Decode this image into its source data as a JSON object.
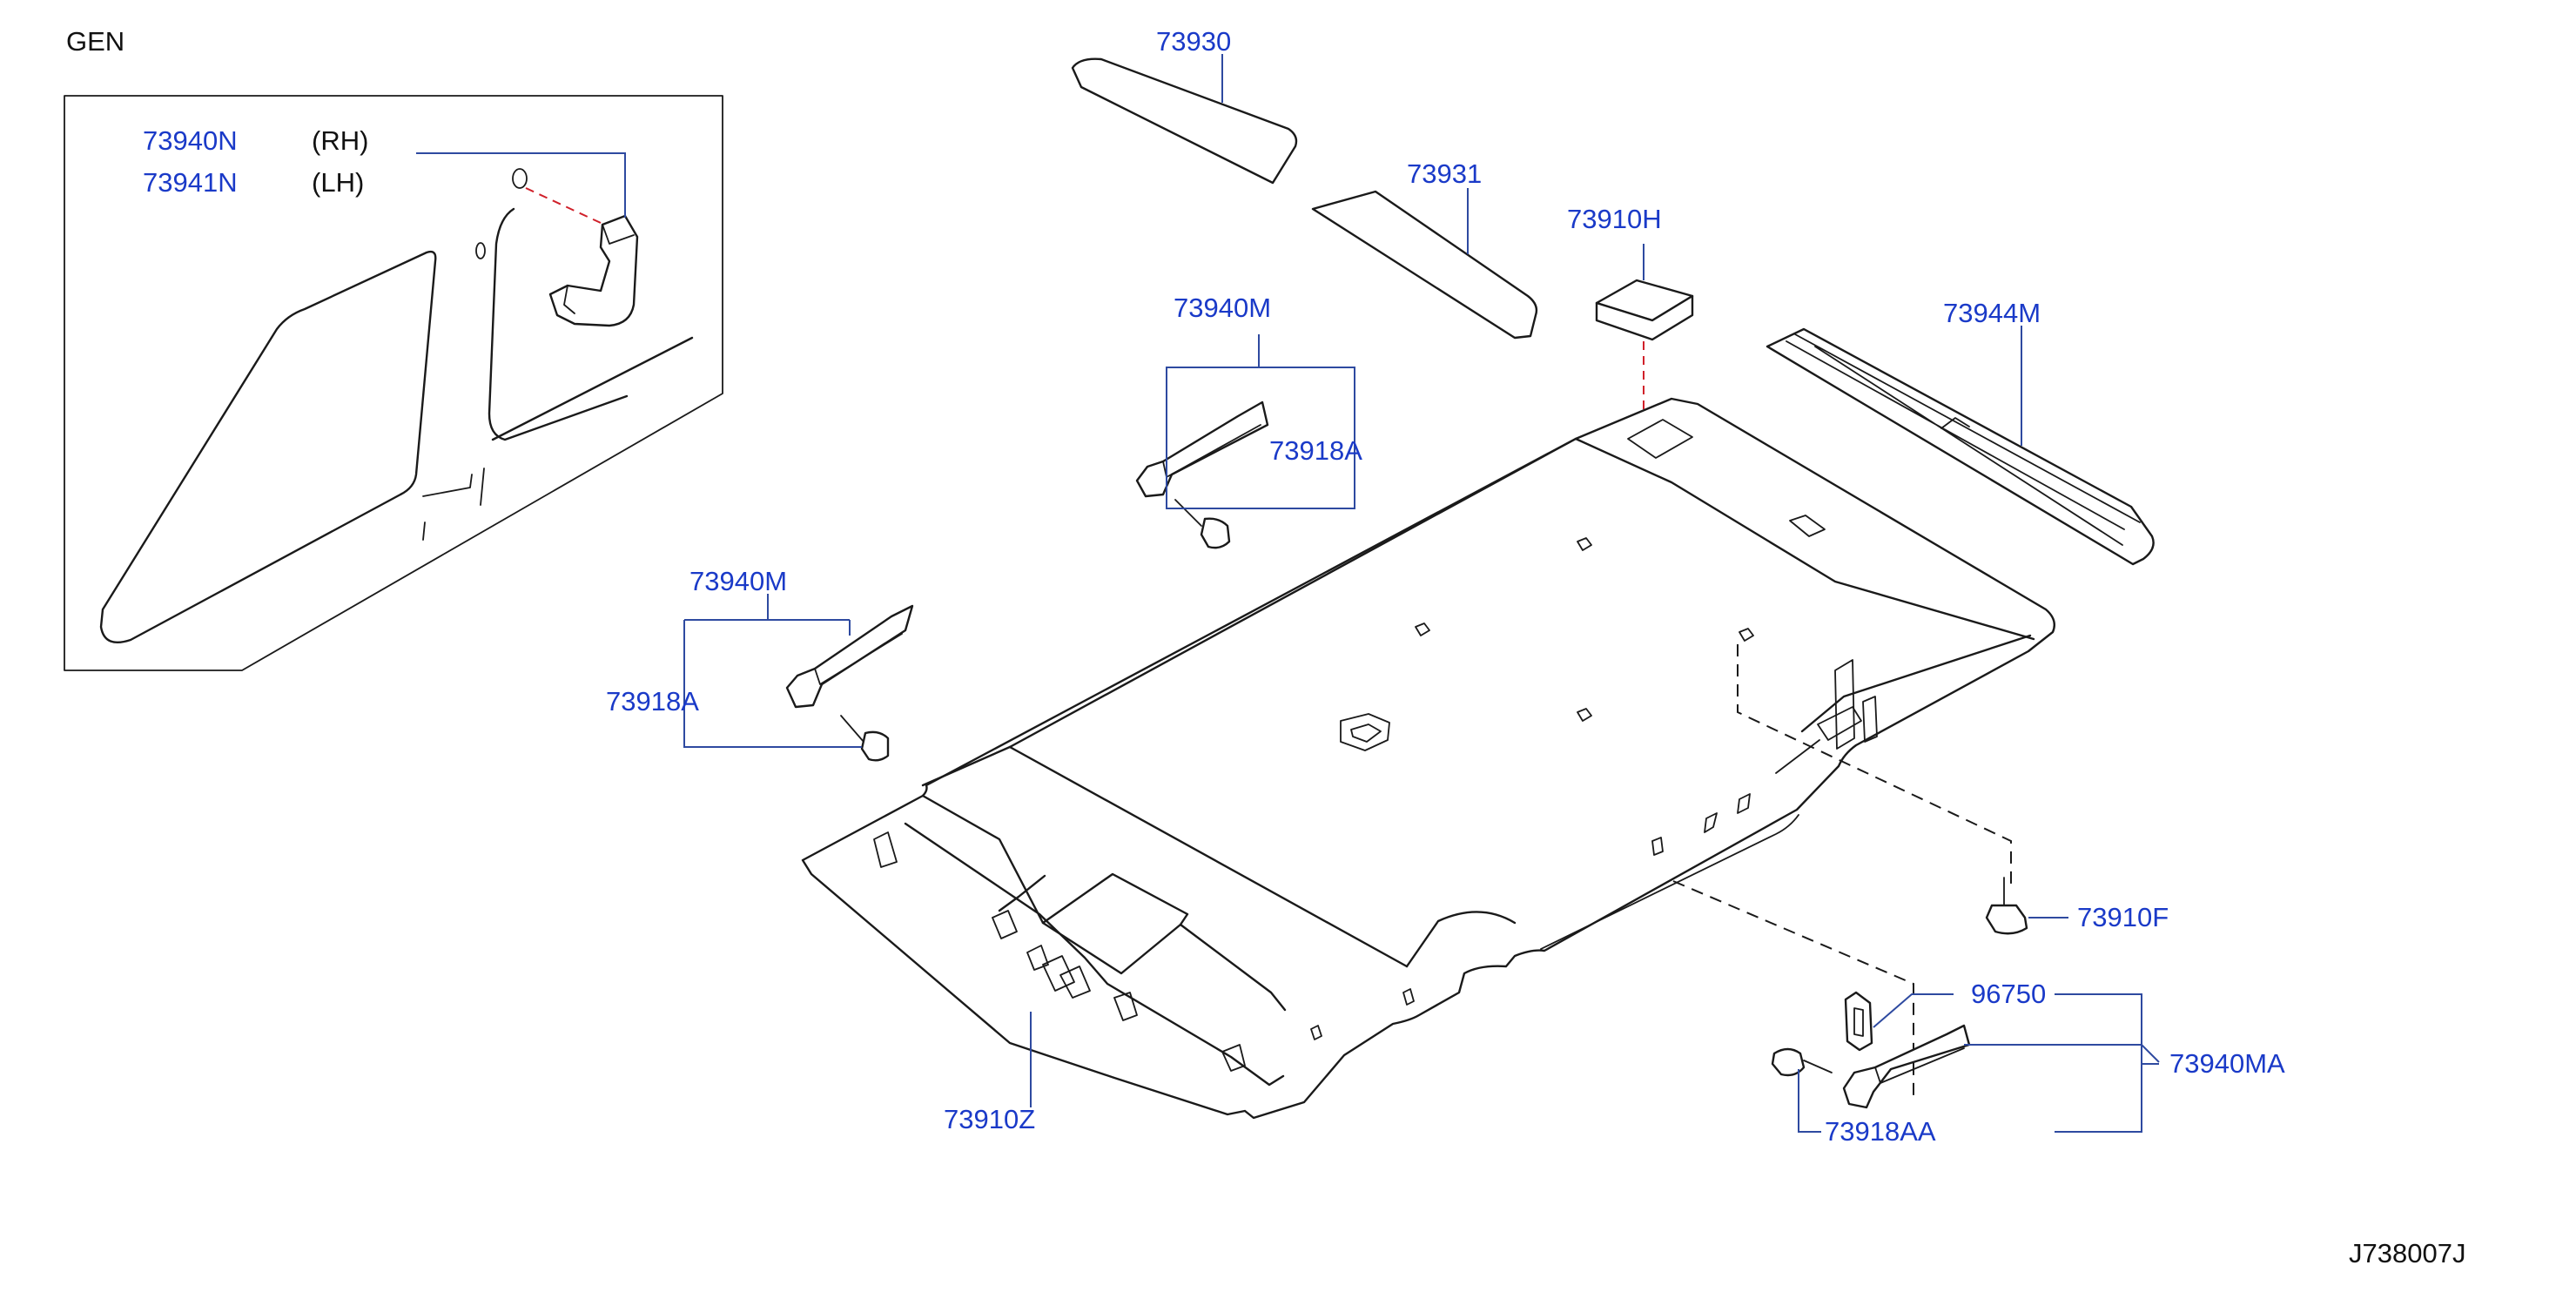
{
  "section_title": "GEN",
  "diagram_code": "J738007J",
  "colors": {
    "part_number": "#1a3ac8",
    "leader": "#2e4aa0",
    "outline": "#1a1a1a",
    "hidden_link": "#d0202a"
  },
  "inset": {
    "part_rh": "73940N",
    "side_rh": "(RH)",
    "part_lh": "73941N",
    "side_lh": "(LH)"
  },
  "parts": {
    "sunvisor_rear": "73930",
    "sunvisor_front": "73931",
    "pad": "73910H",
    "rail": "73944M",
    "grip_upper": "73940M",
    "clip_upper": "73918A",
    "grip_left": "73940M",
    "clip_left": "73918A",
    "headlining": "73910Z",
    "clip_f": "73910F",
    "bracket": "96750",
    "grip_assist": "73940MA",
    "clip_aa": "73918AA"
  }
}
